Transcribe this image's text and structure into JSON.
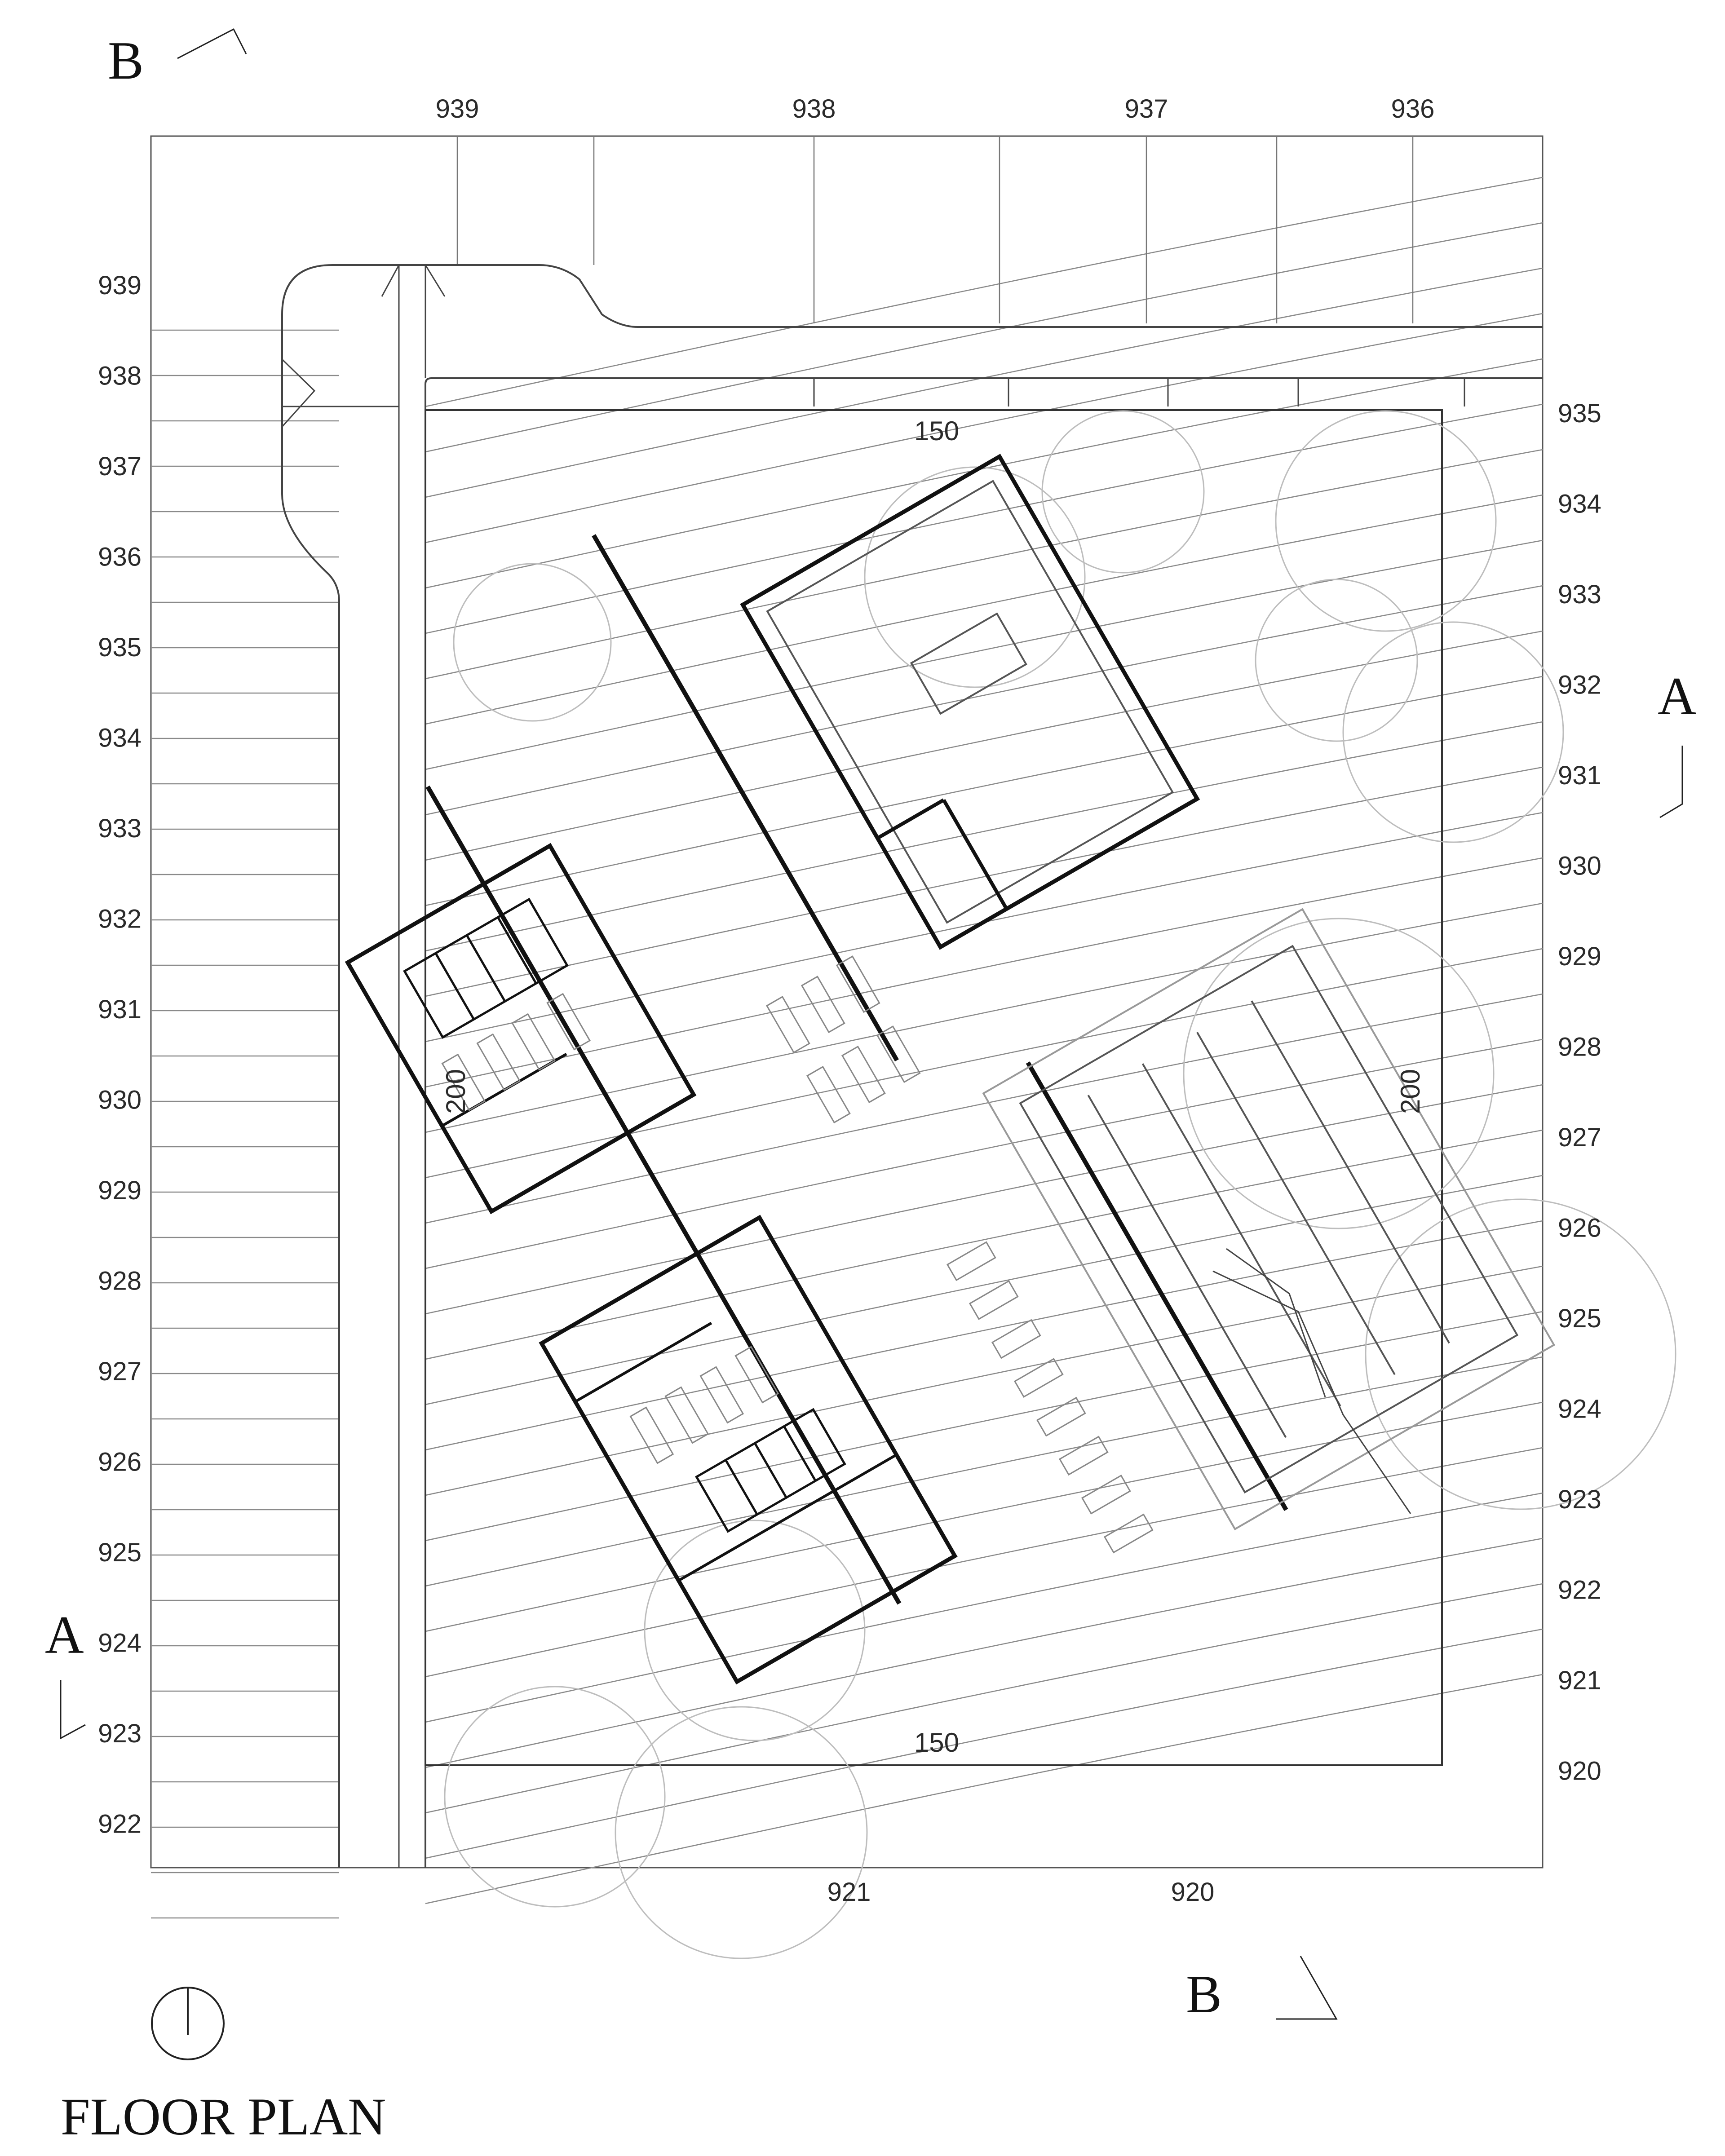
{
  "title": "FLOOR PLAN",
  "sections": {
    "a_left": "A",
    "a_right": "A",
    "b_top": "B",
    "b_bottom": "B"
  },
  "top_ticks": [
    "939",
    "938",
    "937",
    "936"
  ],
  "bottom_ticks": [
    "921",
    "920"
  ],
  "left_ticks": [
    "939",
    "938",
    "937",
    "936",
    "935",
    "934",
    "933",
    "932",
    "931",
    "930",
    "929",
    "928",
    "927",
    "926",
    "925",
    "924",
    "923",
    "922"
  ],
  "right_ticks": [
    "935",
    "934",
    "933",
    "932",
    "931",
    "930",
    "929",
    "928",
    "927",
    "926",
    "925",
    "924",
    "923",
    "922",
    "921",
    "920"
  ],
  "dimensions": {
    "top": "150",
    "bottom": "150",
    "left": "200",
    "right": "200"
  }
}
